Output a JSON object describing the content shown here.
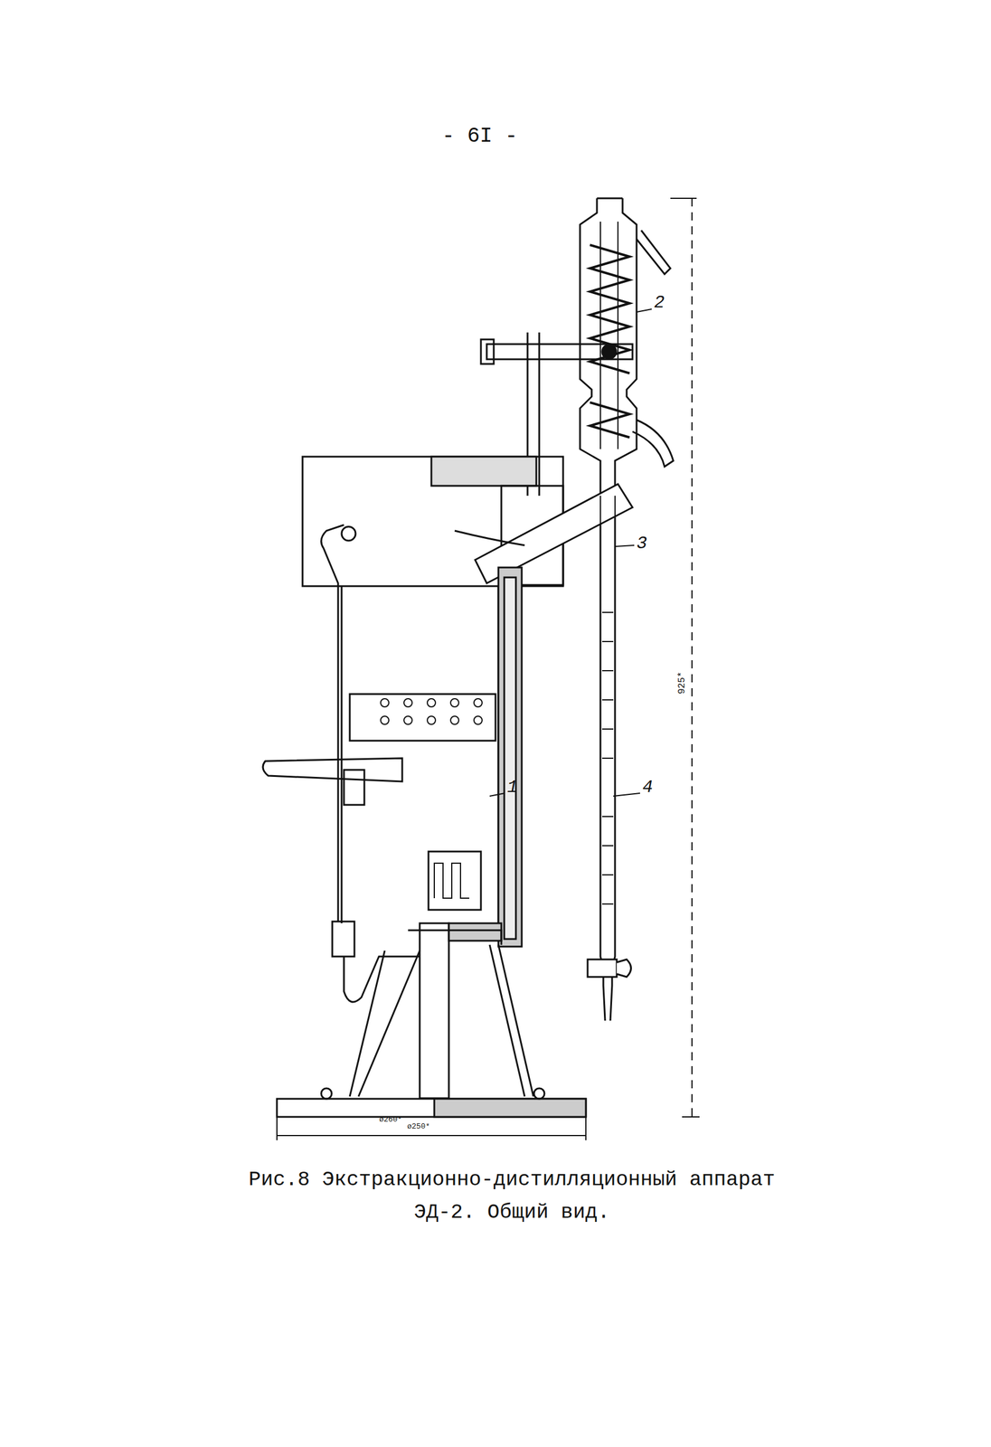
{
  "diagram": {
    "caption": "Рис.8 Экстракционно-дистилляционный аппарат ЭД-2. Общий вид.",
    "labels": [
      "- 6I -",
      "2",
      "3",
      "1",
      "4",
      "925*",
      "ø260*",
      "ø250*"
    ]
  }
}
